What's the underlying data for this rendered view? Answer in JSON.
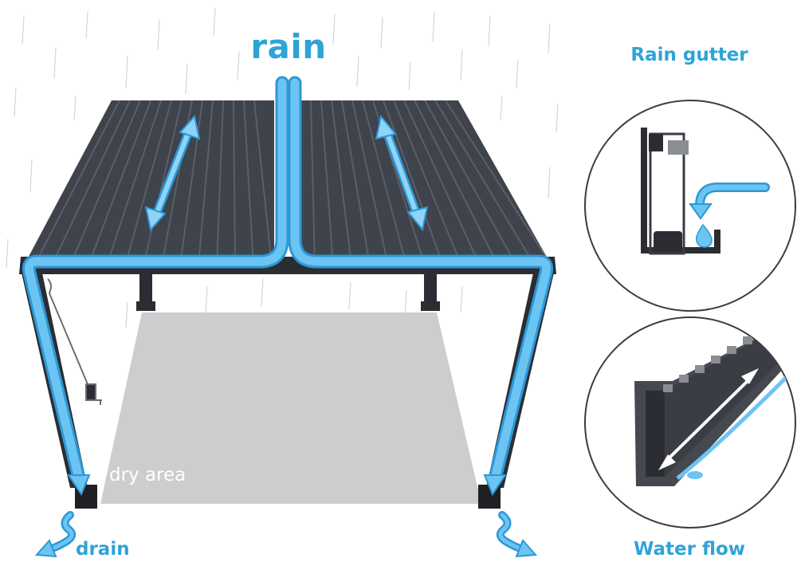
{
  "labels": {
    "rain": "rain",
    "rain_gutter": "Rain gutter",
    "water_flow": "Water flow",
    "drain": "drain",
    "dry_area": "dry area"
  },
  "colors": {
    "water": "#6cc4f2",
    "water_edge": "#2d98d6",
    "label": "#2ea3d8",
    "roof": "#3f434b",
    "frame": "#2b2d32",
    "dry_area": "#cdcdcd"
  }
}
